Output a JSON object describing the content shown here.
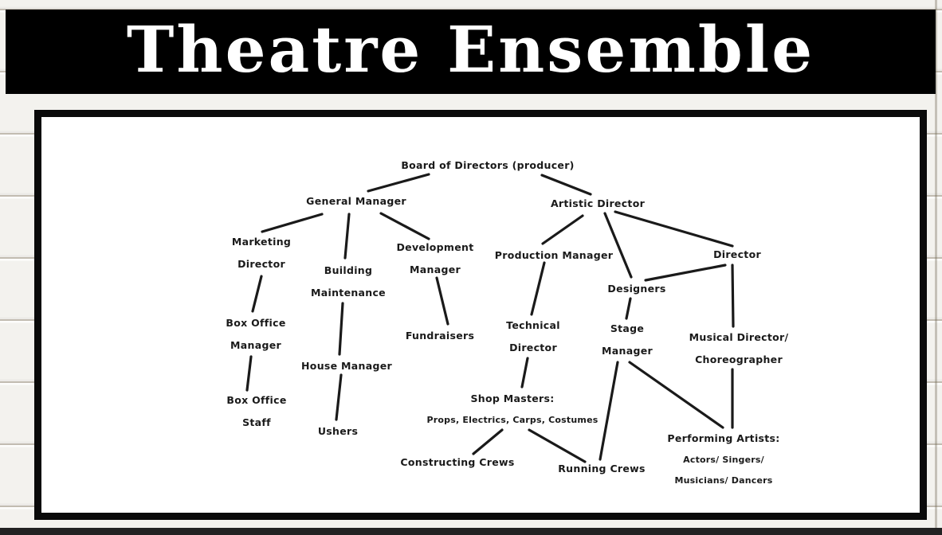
{
  "title": {
    "text": "Theatre Ensemble"
  },
  "colors": {
    "banner_bg": "#000000",
    "title_color": "#ffffff",
    "chart_bg": "#ffffff",
    "frame_border": "#0a0a0a",
    "line_color": "#1a1a1a",
    "text_color": "#1a1a1a",
    "background_wood": "#f3f2ee",
    "bottom_bar": "#222222"
  },
  "diagram": {
    "nodes": {
      "board": {
        "lines": [
          "Board of Directors (producer)"
        ]
      },
      "general_manager": {
        "lines": [
          "General Manager"
        ]
      },
      "artistic_director": {
        "lines": [
          "Artistic Director"
        ]
      },
      "marketing_director": {
        "lines": [
          "Marketing",
          "Director"
        ]
      },
      "building_maintenance": {
        "lines": [
          "Building",
          "Maintenance"
        ]
      },
      "development_manager": {
        "lines": [
          "Development",
          "Manager"
        ]
      },
      "production_manager": {
        "lines": [
          "Production Manager"
        ]
      },
      "director": {
        "lines": [
          "Director"
        ]
      },
      "designers": {
        "lines": [
          "Designers"
        ]
      },
      "box_office_manager": {
        "lines": [
          "Box Office",
          "Manager"
        ]
      },
      "house_manager": {
        "lines": [
          "House Manager"
        ]
      },
      "fundraisers": {
        "lines": [
          "Fundraisers"
        ]
      },
      "technical_director": {
        "lines": [
          "Technical",
          "Director"
        ]
      },
      "stage_manager": {
        "lines": [
          "Stage",
          "Manager"
        ]
      },
      "musical_director": {
        "lines": [
          "Musical Director/",
          "Choreographer"
        ]
      },
      "box_office_staff": {
        "lines": [
          "Box Office",
          "Staff"
        ]
      },
      "ushers": {
        "lines": [
          "Ushers"
        ]
      },
      "shop_masters": {
        "lines": [
          "Shop Masters:",
          "Props, Electrics, Carps, Costumes"
        ]
      },
      "constructing_crews": {
        "lines": [
          "Constructing Crews"
        ]
      },
      "running_crews": {
        "lines": [
          "Running Crews"
        ]
      },
      "performing_artists": {
        "lines": [
          "Performing Artists:",
          "Actors/ Singers/",
          "Musicians/ Dancers"
        ]
      }
    },
    "edges": [
      {
        "from": "board",
        "to": "general_manager"
      },
      {
        "from": "board",
        "to": "artistic_director"
      },
      {
        "from": "general_manager",
        "to": "marketing_director"
      },
      {
        "from": "general_manager",
        "to": "building_maintenance"
      },
      {
        "from": "general_manager",
        "to": "development_manager"
      },
      {
        "from": "artistic_director",
        "to": "production_manager"
      },
      {
        "from": "artistic_director",
        "to": "designers"
      },
      {
        "from": "artistic_director",
        "to": "director"
      },
      {
        "from": "director",
        "to": "designers"
      },
      {
        "from": "director",
        "to": "musical_director"
      },
      {
        "from": "marketing_director",
        "to": "box_office_manager"
      },
      {
        "from": "box_office_manager",
        "to": "box_office_staff"
      },
      {
        "from": "building_maintenance",
        "to": "house_manager"
      },
      {
        "from": "house_manager",
        "to": "ushers"
      },
      {
        "from": "development_manager",
        "to": "fundraisers"
      },
      {
        "from": "production_manager",
        "to": "technical_director"
      },
      {
        "from": "technical_director",
        "to": "shop_masters"
      },
      {
        "from": "designers",
        "to": "stage_manager"
      },
      {
        "from": "stage_manager",
        "to": "running_crews"
      },
      {
        "from": "stage_manager",
        "to": "performing_artists"
      },
      {
        "from": "musical_director",
        "to": "performing_artists"
      },
      {
        "from": "shop_masters",
        "to": "constructing_crews"
      },
      {
        "from": "shop_masters",
        "to": "running_crews"
      }
    ]
  }
}
